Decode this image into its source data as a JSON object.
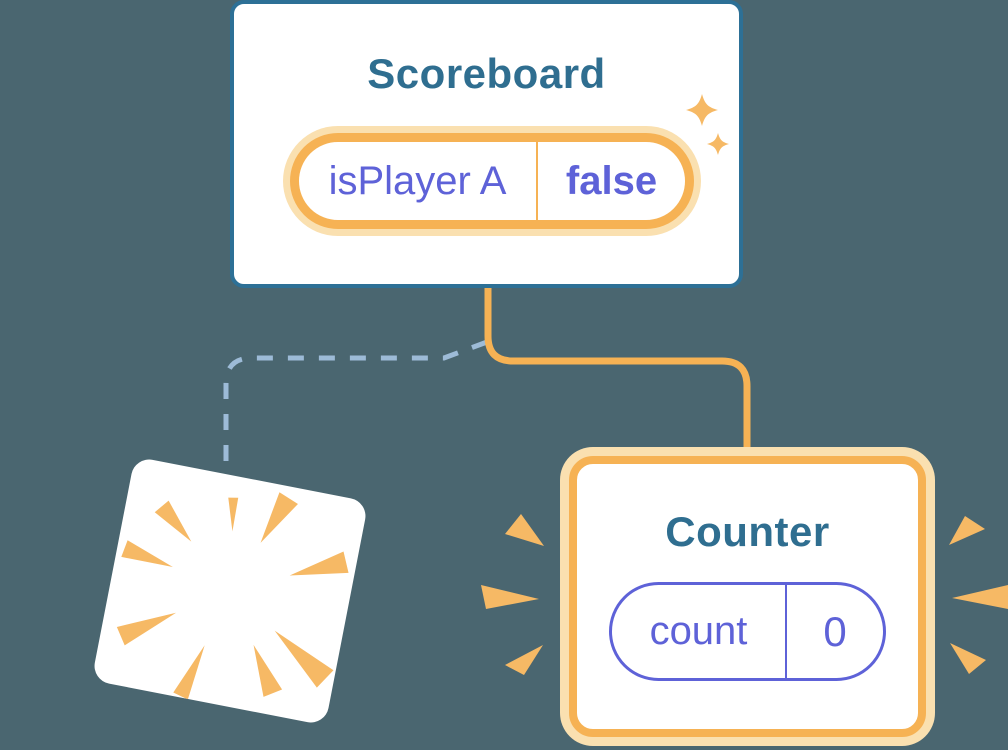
{
  "scoreboard_card": {
    "title": "Scoreboard",
    "state_pill": {
      "key": "isPlayer A",
      "value": "false"
    }
  },
  "counter_card": {
    "title": "Counter",
    "state_pill": {
      "key": "count",
      "value": "0"
    }
  },
  "destroyed_card": {
    "icon": "poof-burst-icon"
  },
  "icons": {
    "sparkles": "sparkles-icon",
    "poof_burst": "poof-burst-icon",
    "emphasis_left": "emphasis-rays-left-icon",
    "emphasis_right": "emphasis-rays-right-icon"
  },
  "colors": {
    "background": "#4A6670",
    "card_fill": "#FFFFFF",
    "scoreboard_border_blue": "#2D7096",
    "title_text_teal": "#2F6E90",
    "state_orange": "#F6B254",
    "state_orange_glow": "#FAE0B0",
    "state_purple": "#5E62D8",
    "dashed_connector_blue": "#9DBBD7",
    "burst_orange": "#F6B965"
  }
}
